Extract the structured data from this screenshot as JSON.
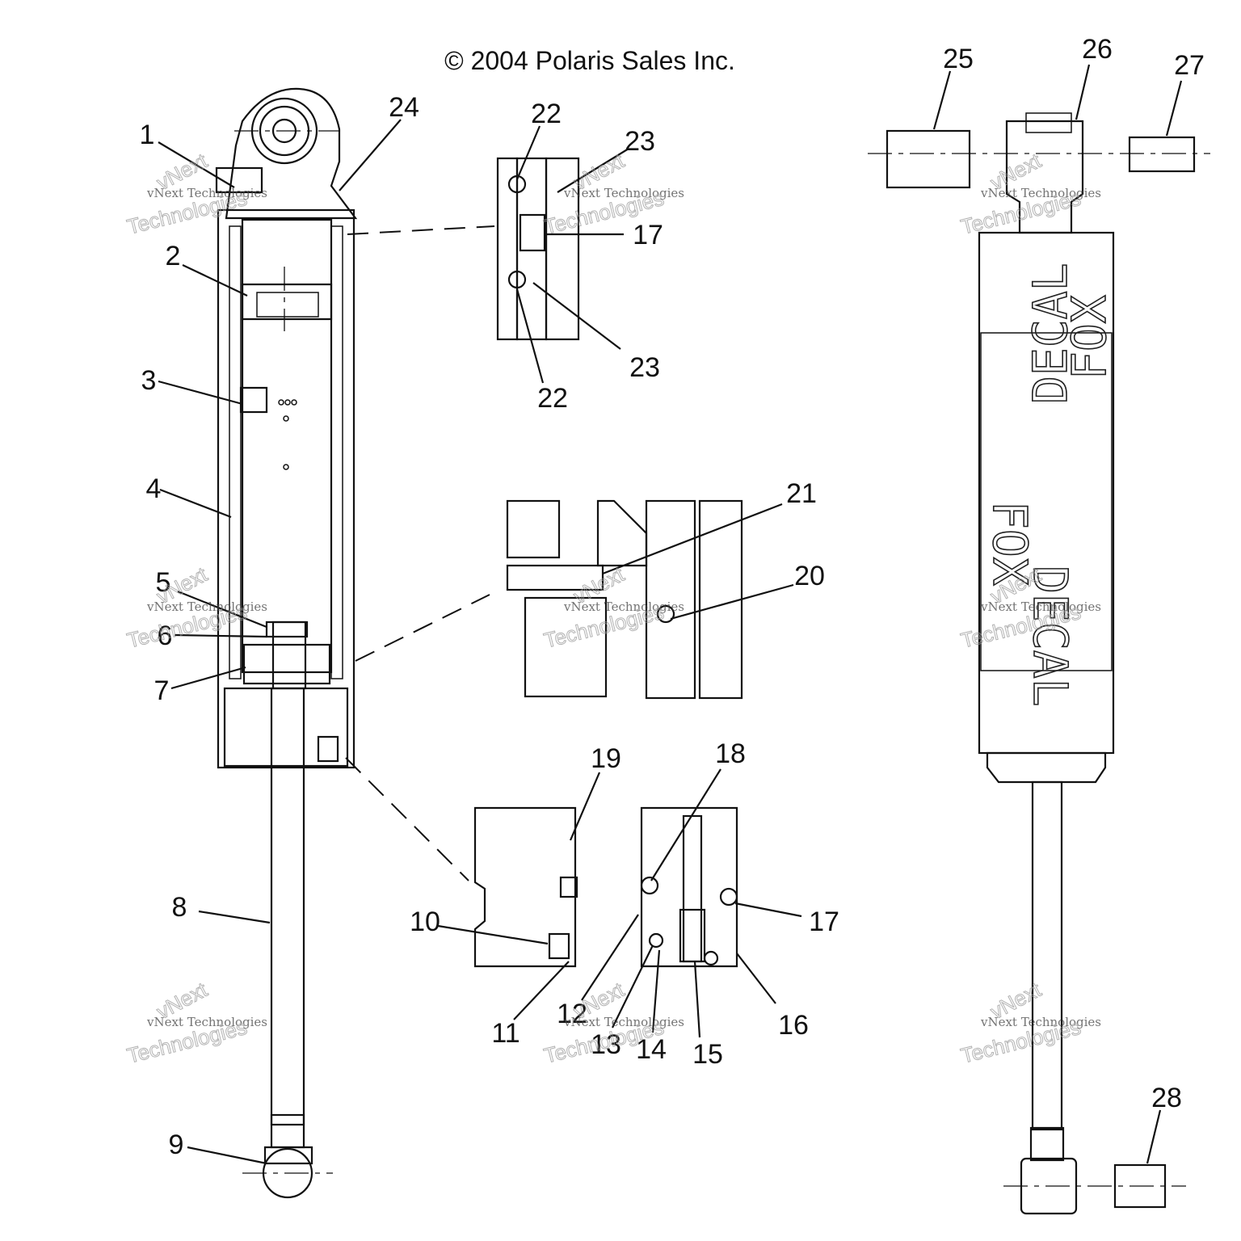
{
  "copyright": "© 2004 Polaris Sales Inc.",
  "watermark": {
    "line1": "vNext Technologies",
    "line2": "Technologies",
    "line3": "vNext"
  },
  "decal": {
    "line1": "FOX",
    "line2": "DECAL"
  },
  "callouts": [
    "1",
    "2",
    "3",
    "4",
    "5",
    "6",
    "7",
    "8",
    "9",
    "10",
    "11",
    "12",
    "13",
    "14",
    "15",
    "16",
    "17",
    "18",
    "19",
    "20",
    "21",
    "22",
    "23",
    "24",
    "25",
    "26",
    "27",
    "28"
  ]
}
